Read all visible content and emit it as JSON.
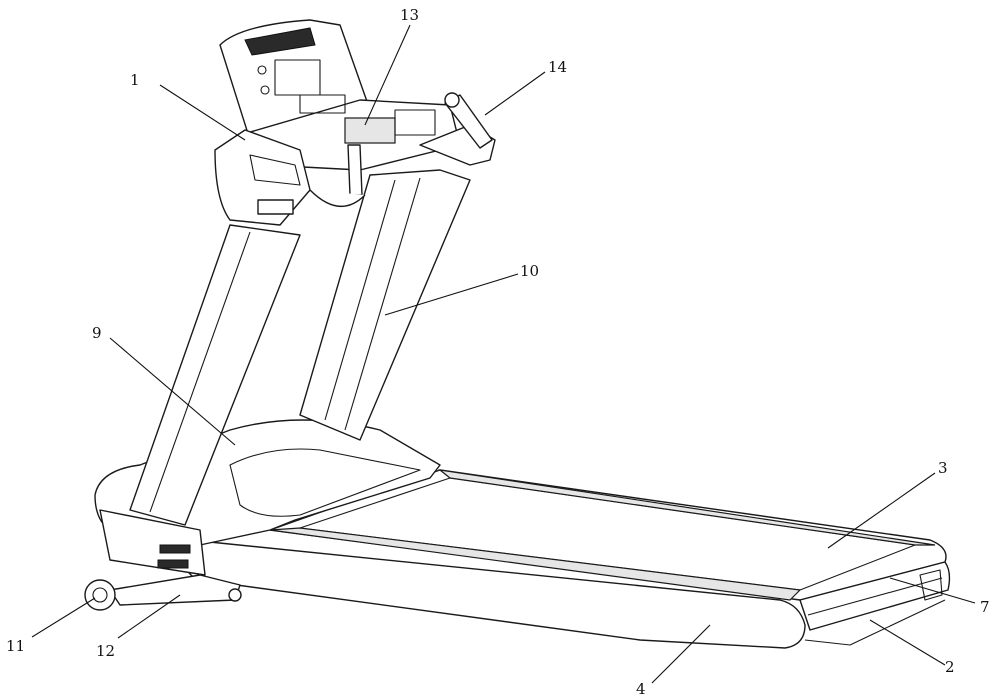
{
  "figure": {
    "labels": [
      {
        "id": "1",
        "text": "1"
      },
      {
        "id": "2",
        "text": "2"
      },
      {
        "id": "3",
        "text": "3"
      },
      {
        "id": "4",
        "text": "4"
      },
      {
        "id": "7",
        "text": "7"
      },
      {
        "id": "9",
        "text": "9"
      },
      {
        "id": "10",
        "text": "10"
      },
      {
        "id": "11",
        "text": "11"
      },
      {
        "id": "12",
        "text": "12"
      },
      {
        "id": "13",
        "text": "13"
      },
      {
        "id": "14",
        "text": "14"
      }
    ]
  },
  "colors": {
    "line": "#1a1a1a",
    "background": "#ffffff",
    "shade": "#e6e6e6"
  }
}
